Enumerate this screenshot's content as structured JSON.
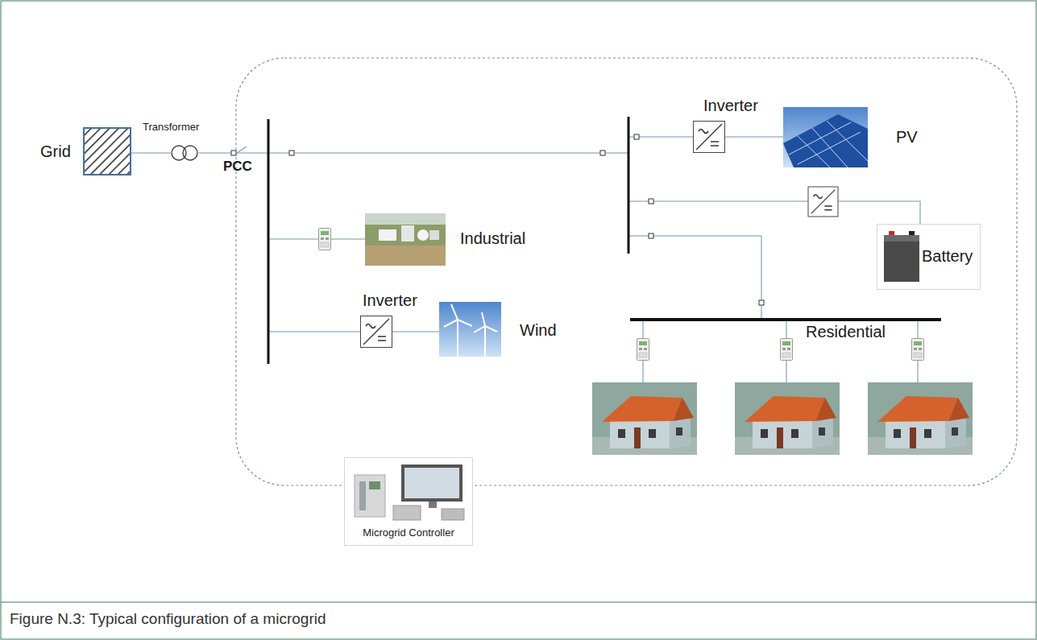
{
  "diagram": {
    "caption": "Figure N.3: Typical configuration of a microgrid",
    "nodes": [
      {
        "text": [
          "Grid"
        ]
      },
      {
        "text": [
          "Transformer"
        ]
      },
      {
        "text": [
          "Inverter"
        ]
      },
      {
        "text": [
          "PV"
        ]
      },
      {
        "text": [
          "Industrial"
        ]
      },
      {
        "text": [
          "Battery"
        ]
      },
      {
        "text": [
          "Residential"
        ]
      },
      {
        "text": [
          "Inverter"
        ]
      },
      {
        "text": [
          "Wind"
        ]
      },
      {
        "text": [
          "Microgrid Controller"
        ]
      }
    ],
    "edges": [
      {
        "from": 0,
        "to": 1,
        "arrow": "none"
      },
      {
        "from": 2,
        "to": 3,
        "arrow": "none"
      },
      {
        "from": 7,
        "to": 8,
        "arrow": "none"
      }
    ],
    "labels": [
      "PCC"
    ]
  }
}
